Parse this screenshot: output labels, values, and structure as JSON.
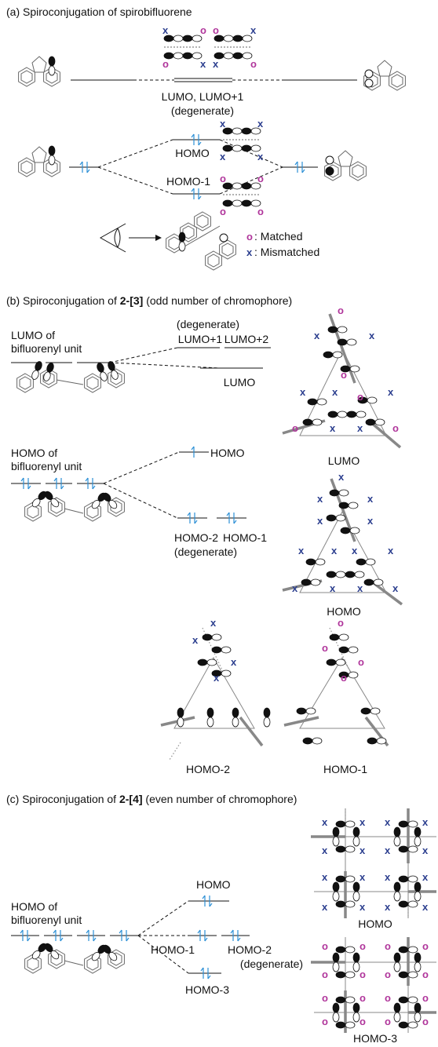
{
  "colors": {
    "matched": "#b0359b",
    "mismatched": "#2c3f8f",
    "electron": "#2b8fd6"
  },
  "marks": {
    "matched": "o",
    "mismatched": "x"
  },
  "section_a": {
    "title": "(a) Spiroconjugation of spirobifluorene",
    "lumo_label": "LUMO, LUMO+1",
    "degenerate": "(degenerate)",
    "homo": "HOMO",
    "homo1": "HOMO-1",
    "legend_matched": ": Matched",
    "legend_mismatched": ": Mismatched"
  },
  "section_b": {
    "title_prefix": "(b) Spiroconjugation of ",
    "compound": "2-[3]",
    "title_suffix": " (odd number of chromophore)",
    "lumo_unit_1": "LUMO of",
    "unit_2": "bifluorenyl unit",
    "degenerate": "(degenerate)",
    "lumo1": "LUMO+1",
    "lumo2": "LUMO+2",
    "lumo": "LUMO",
    "homo_unit_1": "HOMO of",
    "homo": "HOMO",
    "homo2": "HOMO-2",
    "homo1": "HOMO-1",
    "tri_lumo": "LUMO",
    "tri_homo": "HOMO",
    "tri_homo2": "HOMO-2",
    "tri_homo1": "HOMO-1"
  },
  "section_c": {
    "title_prefix": "(c) Spiroconjugation of ",
    "compound": "2-[4]",
    "title_suffix": " (even number of chromophore)",
    "homo_unit_1": "HOMO of",
    "unit_2": "bifluorenyl unit",
    "homo": "HOMO",
    "homo1": "HOMO-1",
    "homo2": "HOMO-2",
    "degenerate": "(degenerate)",
    "homo3": "HOMO-3",
    "sq_homo": "HOMO",
    "sq_homo3": "HOMO-3"
  }
}
